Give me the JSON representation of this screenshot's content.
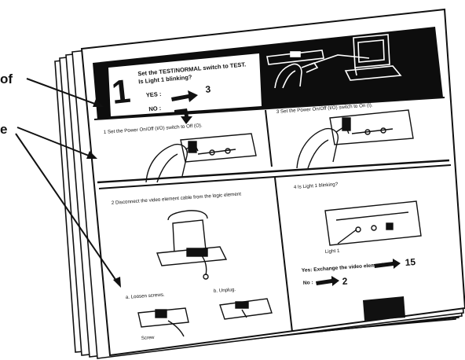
{
  "callouts": {
    "label_top": "of",
    "label_mid": "e"
  },
  "top_panel": {
    "step_number": "1",
    "line1": "Set the TEST/NORMAL switch to TEST.",
    "line2": "Is Light 1 blinking?",
    "yes_label": "YES :",
    "yes_target": "3",
    "no_label": "NO :"
  },
  "panel_a": {
    "text": "1  Set the Power On/Off (I/O) switch to Off (O)."
  },
  "panel_b": {
    "text": "3  Set the Power On/Off (I/O) switch to On (I)."
  },
  "panel_c": {
    "text": "2  Disconnect the video element cable from the logic element",
    "sub_a": "a.  Loosen screws.",
    "sub_b": "b.  Unplug.",
    "screw_label": "Screw"
  },
  "panel_d": {
    "text": "4  Is Light 1 blinking?",
    "light_label": "Light 1",
    "yes_text": "Yes:  Exchange the video element.",
    "yes_target": "15",
    "no_text": "No :",
    "no_target": "2"
  },
  "colors": {
    "ink": "#111111",
    "paper": "#ffffff",
    "banner": "#0d0d0d"
  }
}
